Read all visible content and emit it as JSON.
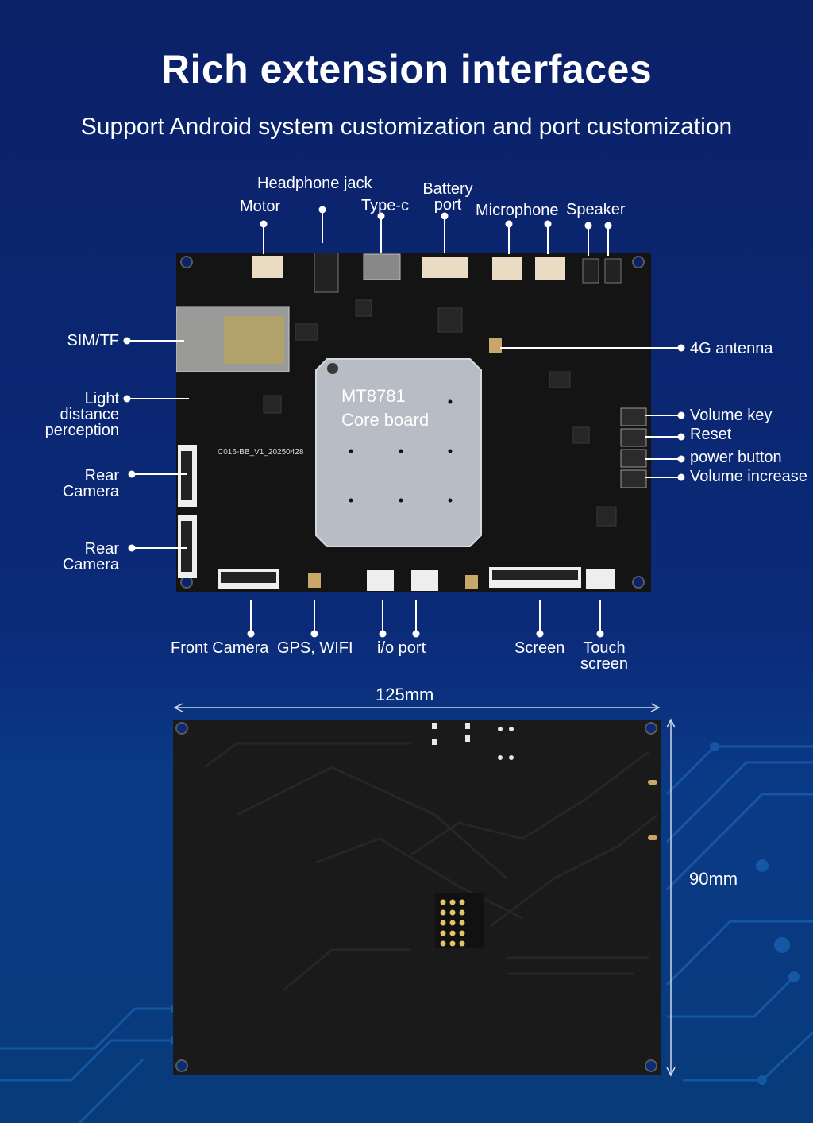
{
  "header": {
    "title": "Rich extension interfaces",
    "subtitle": "Support Android system customization and port customization"
  },
  "core_board": {
    "line1": "MT8781",
    "line2": "Core board",
    "silkscreen": "C016-BB_V1_20250428"
  },
  "labels": {
    "motor": "Motor",
    "headphone_jack": "Headphone jack",
    "type_c": "Type-c",
    "battery_port": [
      "Battery",
      "port"
    ],
    "microphone": "Microphone",
    "speaker": "Speaker",
    "sim_tf": "SIM/TF",
    "light_distance": [
      "Light",
      "distance",
      "perception"
    ],
    "rear_camera_1": [
      "Rear",
      "Camera"
    ],
    "rear_camera_2": [
      "Rear",
      "Camera"
    ],
    "antenna_4g": "4G antenna",
    "volume_key": "Volume key",
    "reset": "Reset",
    "power_button": "power button",
    "volume_increase": "Volume increase",
    "front_camera": "Front Camera",
    "gps_wifi": "GPS, WIFI",
    "io_port": "i/o port",
    "screen": "Screen",
    "touch_screen": [
      "Touch",
      "screen"
    ]
  },
  "dimensions": {
    "width": "125mm",
    "height": "90mm"
  },
  "colors": {
    "background_top": "#0b2168",
    "background_bottom": "#0a3a86",
    "pcb": "#141414",
    "core_shield": "#b8bcc4",
    "label": "#ffffff"
  }
}
